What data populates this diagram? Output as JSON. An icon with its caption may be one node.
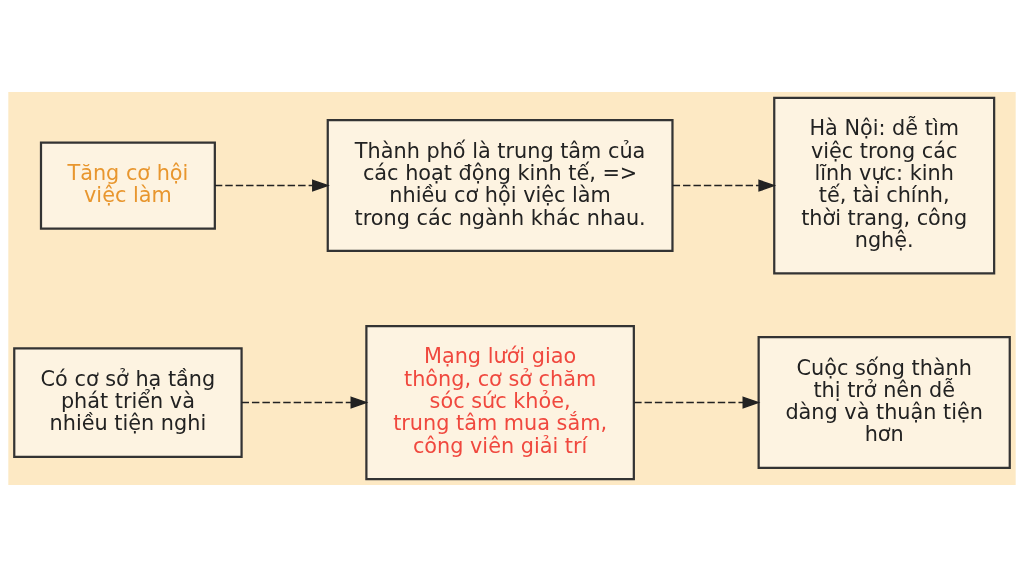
{
  "diagram": {
    "nodes": [
      {
        "text": [
          "Có cơ sở hạ tầng phát triển và nhiều tiện nghi"
        ]
      },
      {
        "text": [
          "Mạng lưới giao thông, cơ sở chăm sóc sức khỏe, trung tâm mua sắm, công viên giải trí"
        ]
      },
      {
        "text": [
          "Cuộc sống thành thị trở nên dễ dàng và thuận tiện hơn"
        ]
      },
      {
        "text": [
          "Tăng cơ hội việc làm"
        ]
      },
      {
        "text": [
          "Thành phố là trung tâm của các hoạt động kinh tế, => nhiều cơ hội việc làm trong các ngành khác nhau."
        ]
      },
      {
        "text": [
          "Hà Nội: dễ tìm việc trong các lĩnh vực: kinh tế, tài chính, thời trang, công nghệ."
        ]
      }
    ],
    "edges": [
      {
        "from": 0,
        "to": 1,
        "arrow": "to",
        "style": "dashed"
      },
      {
        "from": 1,
        "to": 2,
        "arrow": "to",
        "style": "dashed"
      },
      {
        "from": 3,
        "to": 4,
        "arrow": "to",
        "style": "dashed"
      },
      {
        "from": 4,
        "to": 5,
        "arrow": "to",
        "style": "dashed"
      }
    ]
  }
}
